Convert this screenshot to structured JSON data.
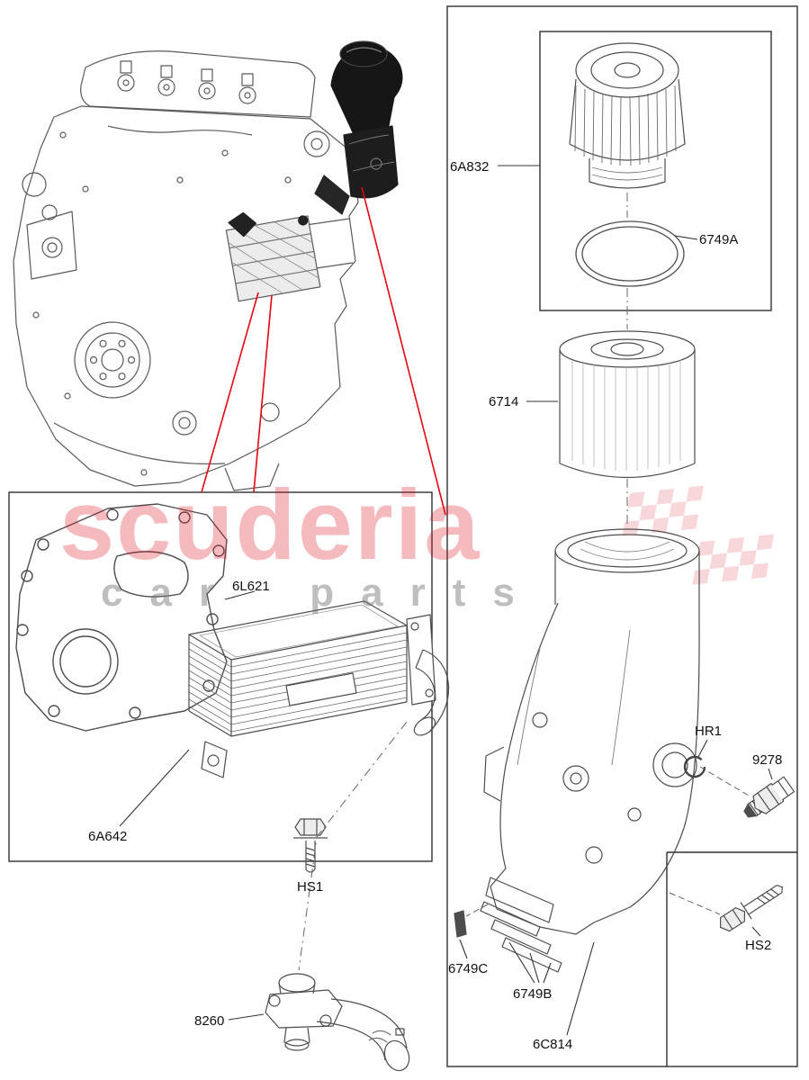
{
  "watermark": {
    "brand": "scuderia",
    "tagline": "car parts"
  },
  "parts": {
    "cap": "6A832",
    "cap_oring": "6749A",
    "filter_element": "6714",
    "cooler_gasket": "6L621",
    "oil_cooler": "6A642",
    "cooler_bolt": "HS1",
    "thermostat_housing": "8260",
    "housing_pin": "6749C",
    "housing_seals": "6749B",
    "filter_housing": "6C814",
    "retainer_ring": "HR1",
    "oil_pressure_sensor": "9278",
    "housing_bolt": "HS2"
  }
}
